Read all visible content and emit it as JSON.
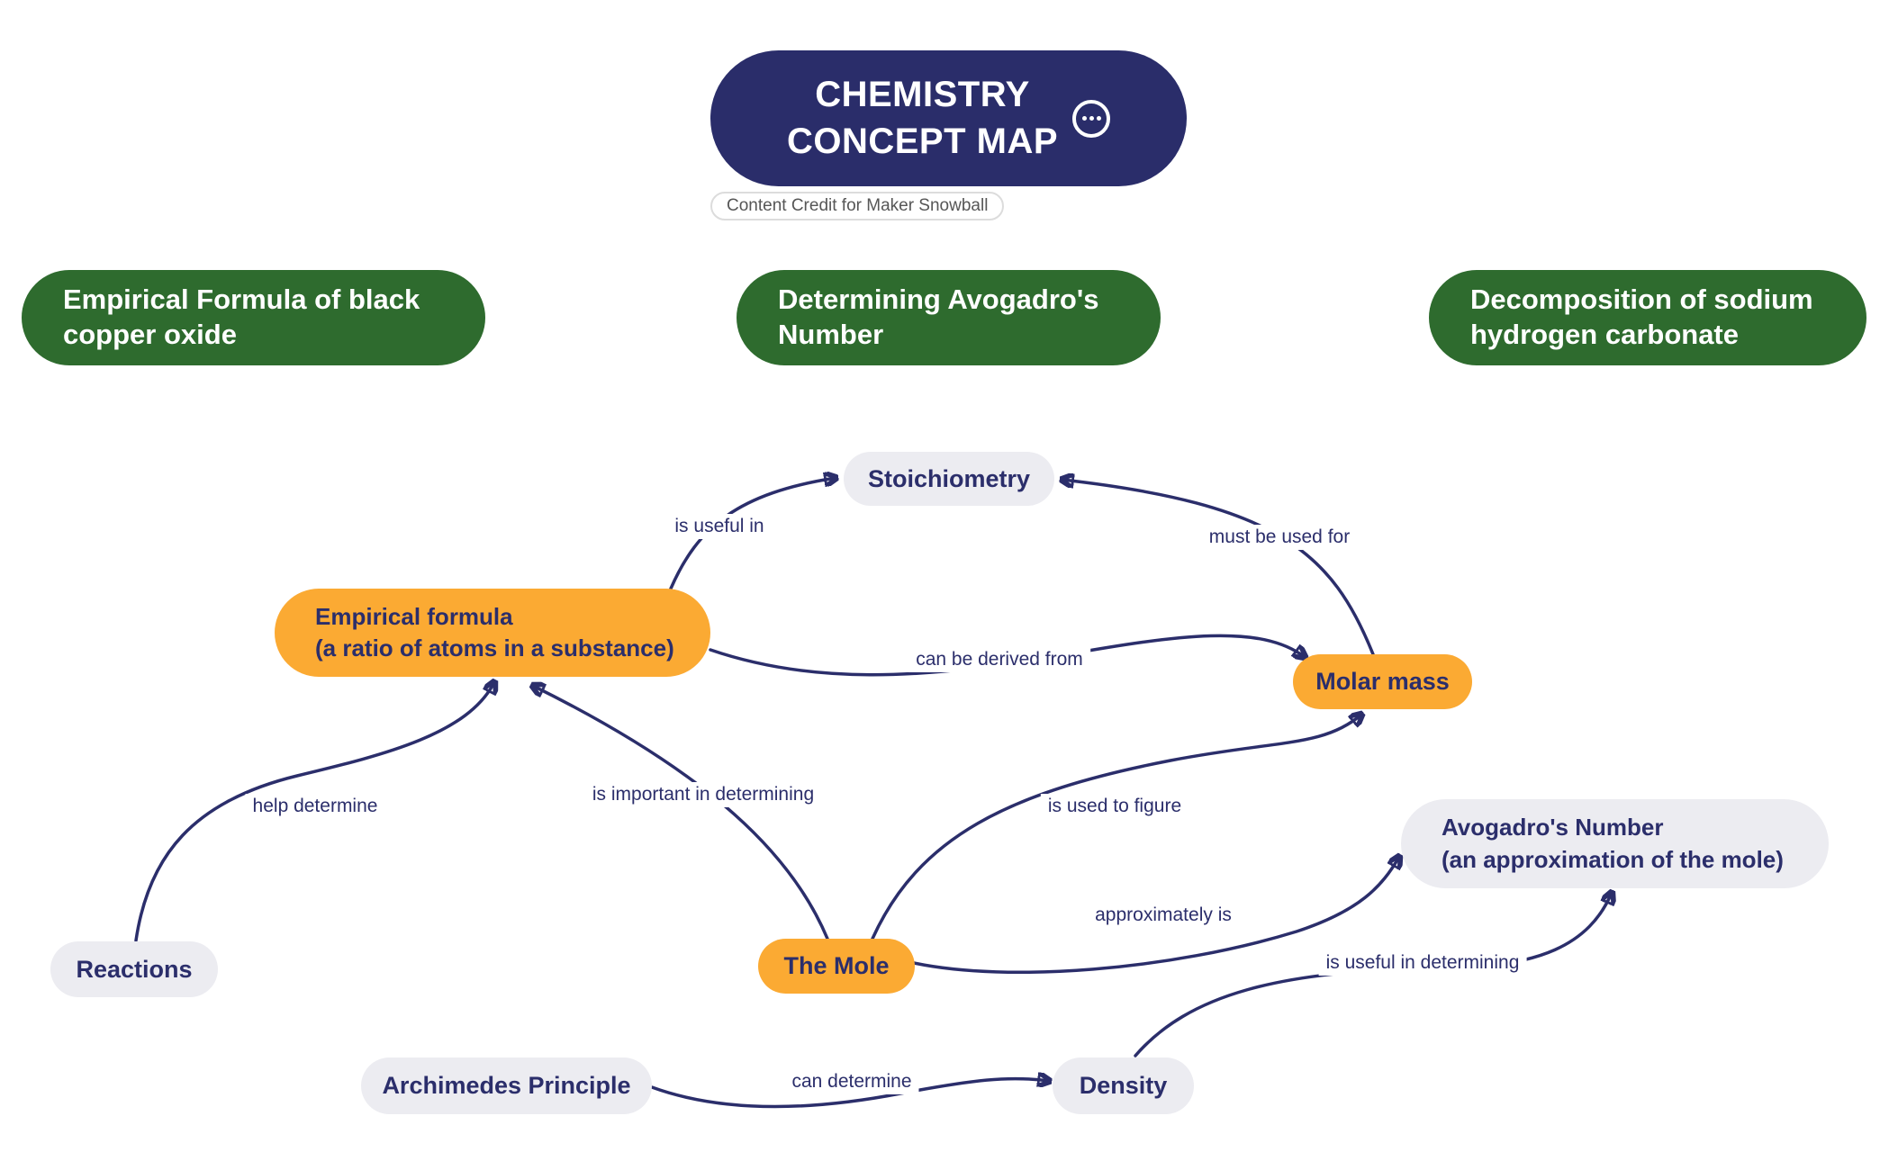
{
  "app": {
    "colors": {
      "navy": "#2a2d6a",
      "green": "#2e6b2e",
      "orange": "#fbaa33",
      "gray_node": "#ececf1",
      "background": "#ffffff"
    }
  },
  "header": {
    "title_line1": "CHEMISTRY",
    "title_line2": "CONCEPT MAP",
    "menu_icon": "ellipsis-circle-icon",
    "credit": "Content Credit for Maker Snowball"
  },
  "topics": [
    {
      "label": "Empirical Formula of black copper oxide"
    },
    {
      "label": "Determining Avogadro's Number"
    },
    {
      "label": "Decomposition of sodium hydrogen carbonate"
    }
  ],
  "nodes": {
    "stoichiometry": {
      "label": "Stoichiometry",
      "style": "gray"
    },
    "empirical_formula": {
      "line1": "Empirical formula",
      "line2": "(a ratio of atoms in a substance)",
      "style": "orange"
    },
    "molar_mass": {
      "label": "Molar mass",
      "style": "orange"
    },
    "avogadros_number": {
      "line1": "Avogadro's Number",
      "line2": "(an approximation of the mole)",
      "style": "gray"
    },
    "reactions": {
      "label": "Reactions",
      "style": "gray"
    },
    "the_mole": {
      "label": "The Mole",
      "style": "orange"
    },
    "archimedes_principle": {
      "label": "Archimedes Principle",
      "style": "gray"
    },
    "density": {
      "label": "Density",
      "style": "gray"
    }
  },
  "edges": [
    {
      "from": "empirical_formula",
      "to": "stoichiometry",
      "label": "is useful in"
    },
    {
      "from": "molar_mass",
      "to": "stoichiometry",
      "label": "must be used for"
    },
    {
      "from": "empirical_formula",
      "to": "molar_mass",
      "label": "can be derived from"
    },
    {
      "from": "reactions",
      "to": "empirical_formula",
      "label": "help determine"
    },
    {
      "from": "the_mole",
      "to": "empirical_formula",
      "label": "is important in determining"
    },
    {
      "from": "the_mole",
      "to": "molar_mass",
      "label": "is used to figure"
    },
    {
      "from": "the_mole",
      "to": "avogadros_number",
      "label": "approximately is"
    },
    {
      "from": "density",
      "to": "avogadros_number",
      "label": "is useful in determining"
    },
    {
      "from": "archimedes_principle",
      "to": "density",
      "label": "can determine"
    }
  ]
}
